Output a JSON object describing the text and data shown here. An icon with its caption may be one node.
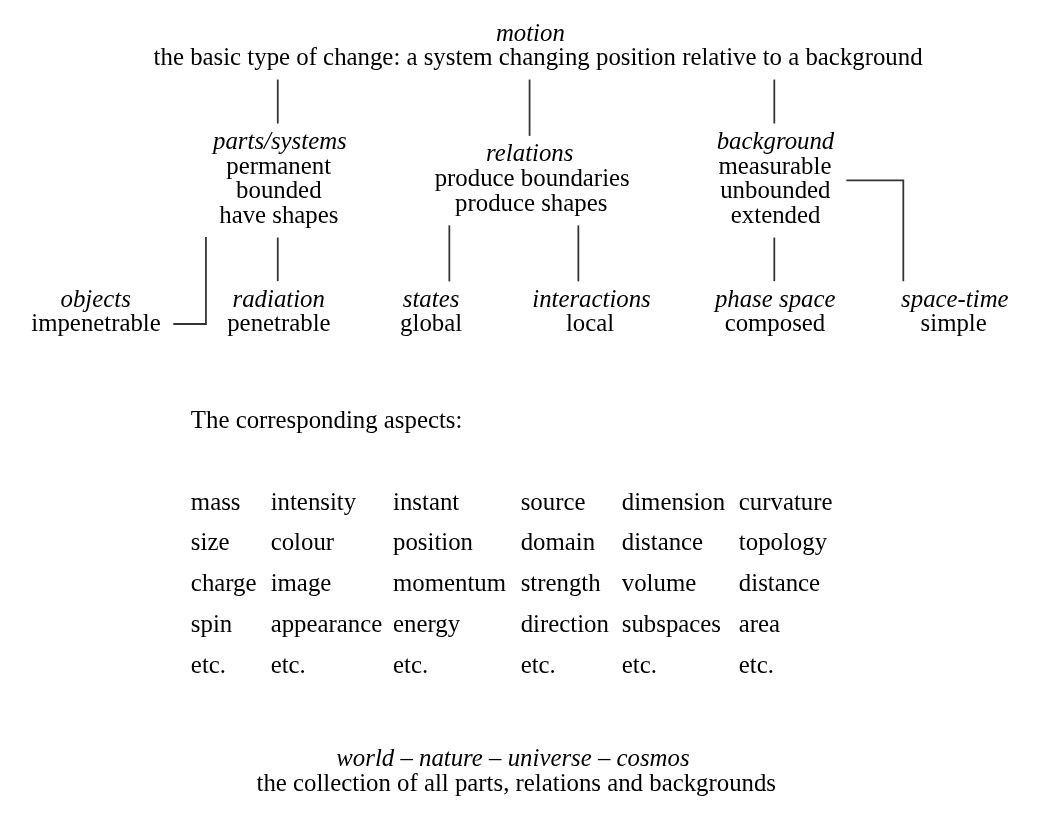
{
  "diagram": {
    "nodes": [
      {
        "text": [
          "motion",
          "the basic type of change: a system changing position relative to a background"
        ]
      },
      {
        "text": [
          "parts/systems",
          "permanent",
          "bounded",
          "have shapes"
        ]
      },
      {
        "text": [
          "relations",
          "produce boundaries",
          "produce shapes"
        ]
      },
      {
        "text": [
          "background",
          "measurable",
          "unbounded",
          "extended"
        ]
      },
      {
        "text": [
          "objects",
          "impenetrable"
        ]
      },
      {
        "text": [
          "radiation",
          "penetrable"
        ]
      },
      {
        "text": [
          "states",
          "global"
        ]
      },
      {
        "text": [
          "interactions",
          "local"
        ]
      },
      {
        "text": [
          "phase space",
          "composed"
        ]
      },
      {
        "text": [
          "space-time",
          "simple"
        ]
      },
      {
        "text": [
          "world – nature – universe – cosmos",
          "the collection of all parts, relations and backgrounds"
        ]
      }
    ],
    "edges": [
      {
        "from": 0,
        "to": 1,
        "arrow": "none"
      },
      {
        "from": 0,
        "to": 2,
        "arrow": "none"
      },
      {
        "from": 0,
        "to": 3,
        "arrow": "none"
      },
      {
        "from": 1,
        "to": 4,
        "arrow": "none"
      },
      {
        "from": 1,
        "to": 5,
        "arrow": "none"
      },
      {
        "from": 2,
        "to": 6,
        "arrow": "none"
      },
      {
        "from": 2,
        "to": 7,
        "arrow": "none"
      },
      {
        "from": 3,
        "to": 8,
        "arrow": "none"
      },
      {
        "from": 3,
        "to": 9,
        "arrow": "none"
      }
    ],
    "labels": [
      "The corresponding aspects:",
      "mass",
      "intensity",
      "instant",
      "source",
      "dimension",
      "curvature",
      "size",
      "colour",
      "position",
      "domain",
      "distance",
      "topology",
      "charge",
      "image",
      "momentum",
      "strength",
      "volume",
      "distance",
      "spin",
      "appearance",
      "energy",
      "direction",
      "subspaces",
      "area",
      "etc.",
      "etc.",
      "etc.",
      "etc.",
      "etc.",
      "etc."
    ]
  }
}
